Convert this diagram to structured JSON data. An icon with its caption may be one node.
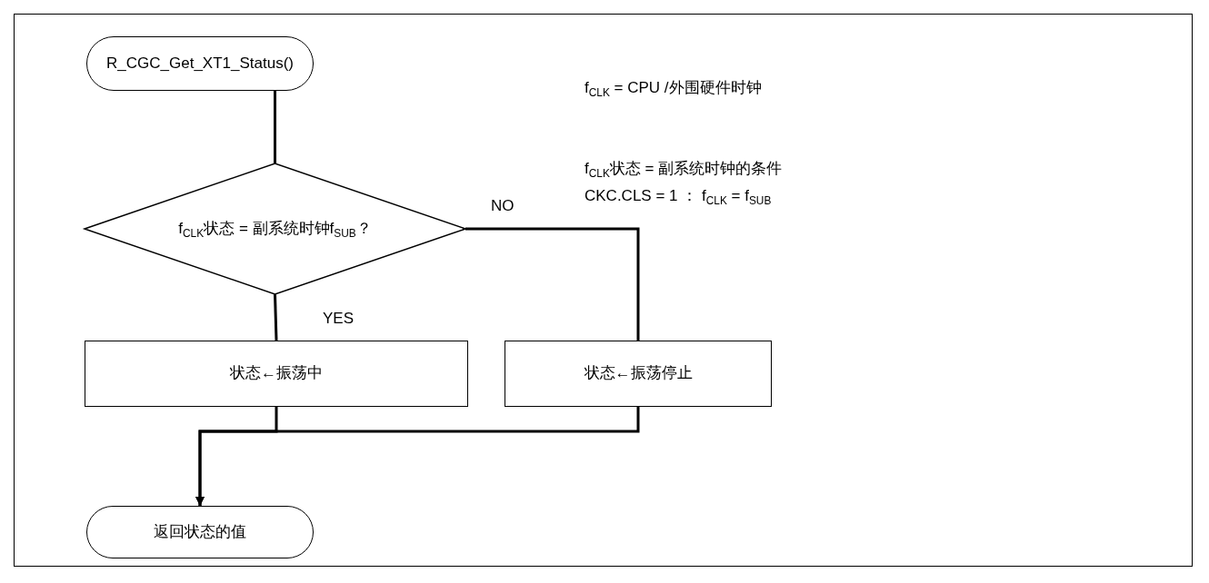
{
  "diagram": {
    "nodes": [
      {
        "text": [
          "R_CGC_Get_XT1_Status()"
        ]
      },
      {
        "text": [
          "f$_{CLK}$状态 = 副系统时钟f$_{SUB}$？"
        ]
      },
      {
        "text": [
          "状态←振荡中"
        ]
      },
      {
        "text": [
          "状态←振荡停止"
        ]
      },
      {
        "text": [
          "返回状态的值"
        ]
      }
    ],
    "edges": [
      {
        "from": 0,
        "to": 1,
        "arrow": "none"
      },
      {
        "from": 1,
        "to": 2,
        "arrow": "none",
        "label": "YES"
      },
      {
        "from": 1,
        "to": 3,
        "arrow": "none",
        "label": "NO"
      },
      {
        "from": 2,
        "to": 4,
        "arrow": "to"
      },
      {
        "from": 3,
        "to": 4,
        "arrow": "to"
      }
    ],
    "labels": [
      "f$_{CLK}$ = CPU /外围硬件时钟",
      "f$_{CLK}$状态 = 副系统时钟的条件",
      "CKC.CLS = 1 ： f$_{CLK}$ = f$_{SUB}$"
    ]
  }
}
